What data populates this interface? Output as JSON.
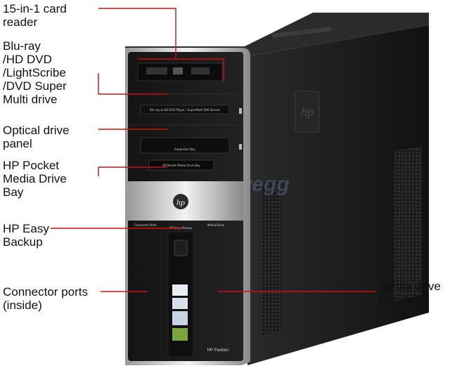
{
  "callouts": [
    {
      "id": "card-reader",
      "lines": [
        "15-in-1 card",
        "reader"
      ]
    },
    {
      "id": "bluray",
      "lines": [
        "Blu-ray",
        "/HD DVD",
        "/LightScribe",
        "/DVD Super",
        "Multi drive"
      ]
    },
    {
      "id": "optical-panel",
      "lines": [
        "Optical drive",
        "panel"
      ]
    },
    {
      "id": "pocket-bay",
      "lines": [
        "HP Pocket",
        "Media Drive",
        "Bay"
      ]
    },
    {
      "id": "easy-backup",
      "lines": [
        "HP Easy",
        "Backup"
      ]
    },
    {
      "id": "connector-ports",
      "lines": [
        "Connector ports",
        "(inside)"
      ]
    },
    {
      "id": "media-drive",
      "lines": [
        "Media drive",
        "(inside)"
      ]
    }
  ],
  "brand": {
    "logo": "hp",
    "model": "HP Pavilion"
  },
  "bezel_text": {
    "dvd_drive": "Blu-ray & HD DVD Player / SuperMulti DVD Burner",
    "expansion_bay": "Expansion Bay",
    "pocket_bay": "HP Pocket Media Drive Bay",
    "connector": "Connector Ports",
    "backup": "HP Easy Backup",
    "media": "Media Drive"
  },
  "watermark": "newegg",
  "colors": {
    "callout": "#cc1111",
    "case": "#1a1a1a",
    "silver": "#c8c8c8"
  }
}
